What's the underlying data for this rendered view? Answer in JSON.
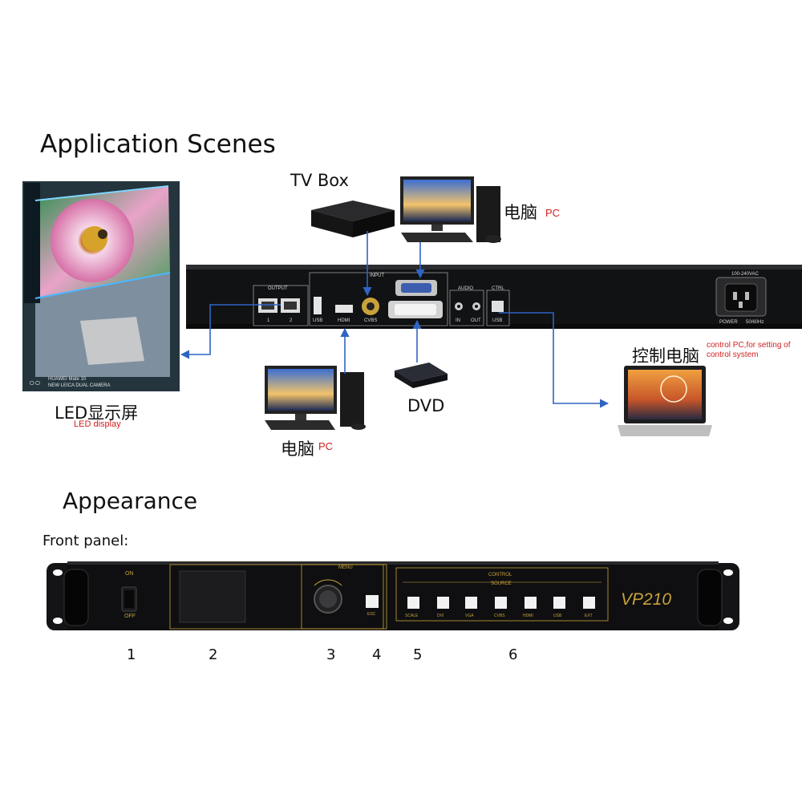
{
  "headings": {
    "application": "Application Scenes",
    "appearance": "Appearance",
    "front_panel": "Front panel:"
  },
  "devices": {
    "tv_box": "TV Box",
    "pc_top_cn": "电脑",
    "pc_top_en": "PC",
    "pc_bottom_cn": "电脑",
    "pc_bottom_en": "PC",
    "dvd": "DVD",
    "control_pc_cn": "控制电脑",
    "control_pc_en": "control PC,for setting of control system",
    "led_cn": "LED显示屏",
    "led_en": "LED display",
    "phone_watermark_1": "HUAWEI Mate 10",
    "phone_watermark_2": "NEW LEICA DUAL CAMERA"
  },
  "rear_panel": {
    "output_label": "OUTPUT",
    "port_1": "1",
    "port_2": "2",
    "input_label": "INPUT",
    "usb": "USB",
    "hdmi": "HDMI",
    "cvbs": "CVBS",
    "audio_label": "AUDIO",
    "audio_in": "IN",
    "audio_out": "OUT",
    "ctrl_label": "CTRL",
    "ctrl_usb": "USB",
    "voltage": "100-240VAC",
    "power": "POWER",
    "frequency": "50/60Hz"
  },
  "front_panel": {
    "on": "ON",
    "off": "OFF",
    "menu": "MENU",
    "esc": "ESC",
    "control": "CONTROL",
    "source": "SOURCE",
    "buttons": [
      "SCALE",
      "DVI",
      "VGA",
      "CVBS",
      "HDMI",
      "USB",
      "EXT"
    ],
    "model": "VP210"
  },
  "callouts": [
    "1",
    "2",
    "3",
    "4",
    "5",
    "6"
  ],
  "colors": {
    "arrow": "#2f64c4",
    "annotation_red": "#d21f1f",
    "panel_gold": "#c8a23a"
  }
}
